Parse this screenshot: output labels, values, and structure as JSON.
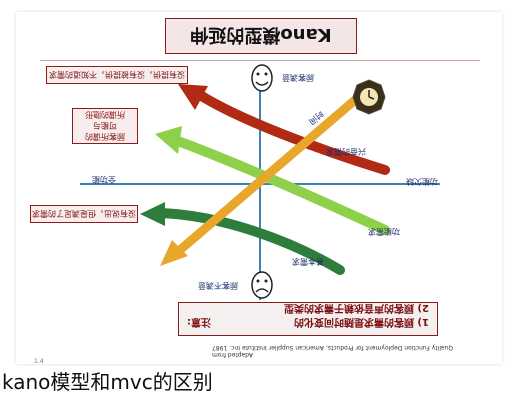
{
  "title": "Kano模型的延伸",
  "notes": {
    "top_left": "没有提供，没有被提供，不知道的需求",
    "middle_left_lines": [
      "顾客所谓的",
      "可能与",
      "所谓的隐形"
    ],
    "bottom_left": "没有说出，但是满足了的需求"
  },
  "axis_labels": {
    "top": "顾客满意",
    "bottom": "顾客不满意",
    "left": "全功能",
    "right": "功能欠缺"
  },
  "curve_labels": {
    "time": "时间",
    "attractive": "兴奋的需求",
    "performance": "功能需求",
    "basic": "基本需求"
  },
  "attention": {
    "head": "注意:",
    "line1": "1) 顾客的需求是随时间变化的",
    "line2": "2) 顾客的声音依赖于需求的类型"
  },
  "source_lines": [
    "Adapted from",
    "Quality Function Deployment for Products, American Supplier Institute Inc. 1987"
  ],
  "caption": "kano模型和mvc的区别",
  "corner_mark": "1.4",
  "colors": {
    "arrow_red": "#b02a14",
    "arrow_green": "#8fd04a",
    "arrow_orange": "#e8a62a",
    "arrow_darkgreen": "#2e7d3a",
    "axis_blue": "#3b84b8",
    "border_red": "#8b1c1c"
  },
  "icons": [
    "happy-face-icon",
    "sad-face-icon",
    "clock-icon"
  ]
}
